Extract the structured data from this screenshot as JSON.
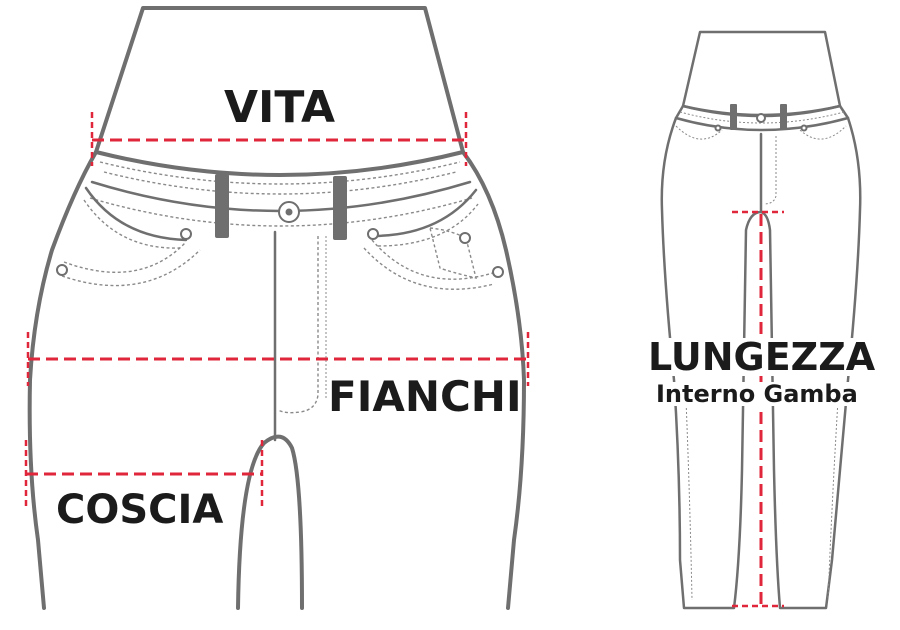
{
  "labels": {
    "waist": "VITA",
    "hips": "FIANCHI",
    "thigh": "COSCIA",
    "length": "LUNGEZZA",
    "length_sub": "Interno Gamba"
  },
  "colors": {
    "measure_line": "#e0263a",
    "outline": "#6f6f6f",
    "text": "#1b1b1b",
    "background": "#ffffff"
  }
}
